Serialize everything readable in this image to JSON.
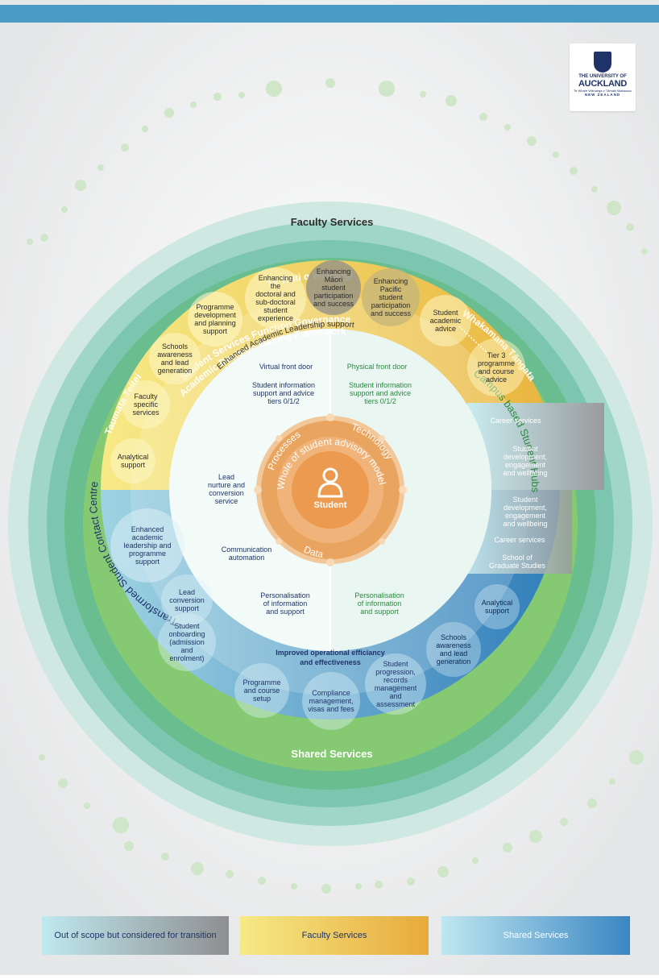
{
  "logo": {
    "line1": "THE UNIVERSITY OF",
    "line2": "AUCKLAND",
    "line3": "Te Whare Wānanga o Tāmaki Makaurau",
    "line4": "NEW ZEALAND"
  },
  "rings": {
    "outer_center": "Te Tiriti o Waitangi",
    "outer_left": "Taumata Teitei",
    "outer_right": "Whakamana Tāngata",
    "governance": "Student Services Function Governance",
    "academic": "Academic Decision Making Framework",
    "faculty": "Faculty Services",
    "enhanced": "Enhanced Academic Leadership support",
    "shared": "Shared Services",
    "improved_line1": "Improved operational efficiancy",
    "improved_line2": "and effectiveness"
  },
  "faculty_bubbles": {
    "analytical": [
      "Analytical",
      "support"
    ],
    "faculty_specific": [
      "Faculty",
      "specific",
      "services"
    ],
    "schools": [
      "Schools",
      "awareness",
      "and lead",
      "generation"
    ],
    "programme": [
      "Programme",
      "development",
      "and planning",
      "support"
    ],
    "doctoral": [
      "Enhancing",
      "the",
      "doctoral and",
      "sub-doctoral",
      "student",
      "experience"
    ],
    "maori": [
      "Enhancing",
      "Māori",
      "student",
      "participation",
      "and success"
    ],
    "pacific": [
      "Enhancing",
      "Pacific",
      "student",
      "participation",
      "and success"
    ],
    "student_academic": [
      "Student",
      "academic",
      "advice"
    ],
    "tier3": [
      "Tier 3",
      "programme",
      "and course",
      "advice"
    ]
  },
  "shared_bubbles": {
    "enhanced_leadership": [
      "Enhanced",
      "academic",
      "leadership and",
      "programme",
      "support"
    ],
    "lead_conversion": [
      "Lead",
      "conversion",
      "support"
    ],
    "onboarding": [
      "Student",
      "onboarding",
      "(admission",
      "and",
      "enrolment)"
    ],
    "programme_setup": [
      "Programme",
      "and course",
      "setup"
    ],
    "compliance": [
      "Compliance",
      "management,",
      "visas and fees"
    ],
    "progression": [
      "Student",
      "progression,",
      "records",
      "management",
      "and",
      "assessment"
    ],
    "schools": [
      "Schools",
      "awareness",
      "and lead",
      "generation"
    ],
    "analytical": [
      "Analytical",
      "support"
    ]
  },
  "hubs": {
    "label": "Campus based Student Hubs",
    "top": [
      "Career services",
      "Student development, engagement and wellbeing"
    ],
    "bottom": [
      "Student development, engagement and wellbeing",
      "Career services",
      "School of Graduate Studies"
    ]
  },
  "contact_centre": {
    "label": "Transformed Student Contact Centre",
    "virtual": "Virtual front door",
    "info_left": [
      "Student information",
      "support and advice",
      "tiers 0/1/2"
    ],
    "lead": [
      "Lead",
      "nurture and",
      "conversion",
      "service"
    ],
    "comm": [
      "Communication",
      "automation"
    ],
    "personal_left": [
      "Personalisation",
      "of information",
      "and support"
    ]
  },
  "physical": {
    "door": "Physical front door",
    "info": [
      "Student information",
      "support and advice",
      "tiers 0/1/2"
    ],
    "personal": [
      "Personalisation",
      "of information",
      "and support"
    ]
  },
  "core": {
    "processes": "Processes",
    "technology": "Technology",
    "data": "Data",
    "model": "Whole of student advisory model",
    "student": "Student"
  },
  "legend": [
    {
      "label": "Out of scope but considered for transition"
    },
    {
      "label": "Faculty Services"
    },
    {
      "label": "Shared Services"
    }
  ],
  "colors": {
    "top_bar": "#4a9cc7",
    "yellow": "#f0c93e",
    "blue": "#3a8fcb",
    "green_outer": "#8dcfbf",
    "core_orange": "#e9a45f",
    "navy": "#1f3368"
  }
}
